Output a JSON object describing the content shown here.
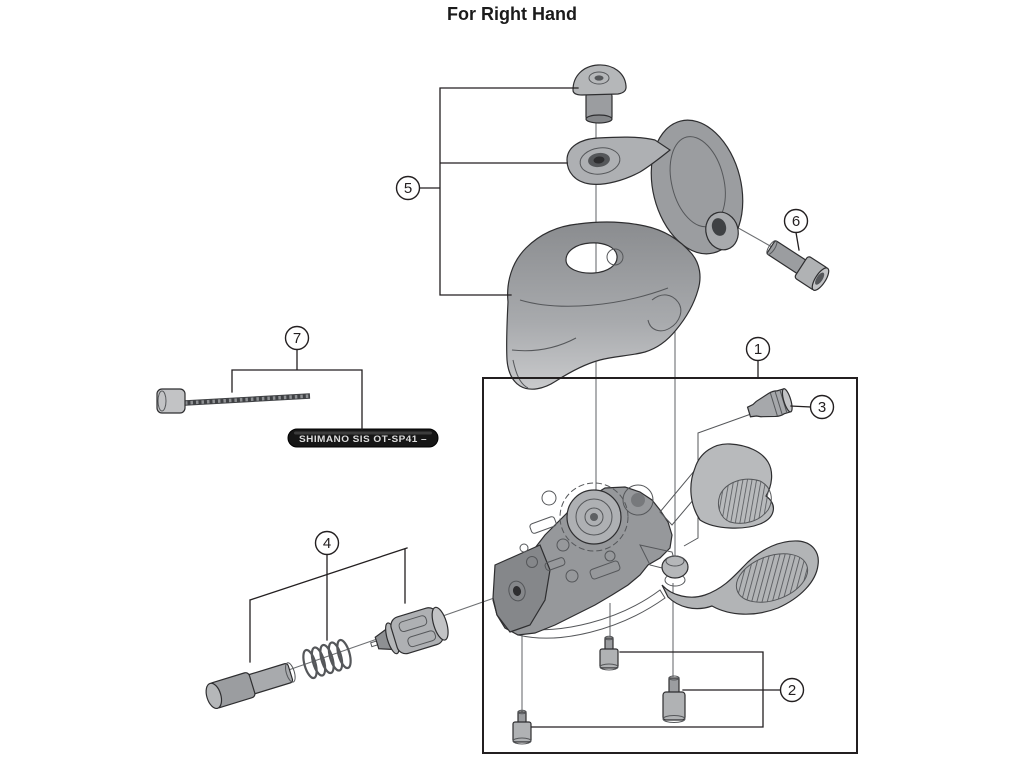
{
  "title": "For Right Hand",
  "diagram": {
    "callouts": [
      {
        "number": "1"
      },
      {
        "number": "2"
      },
      {
        "number": "3"
      },
      {
        "number": "4"
      },
      {
        "number": "5"
      },
      {
        "number": "6"
      },
      {
        "number": "7"
      }
    ],
    "cable_housing_label": "SHIMANO SIS OT-SP41 –",
    "colors": {
      "leader_line": "#231f20",
      "axis_line": "#6d6f72",
      "part_light": "#c5c6c8",
      "part_mid": "#a6a8ab",
      "part_dark": "#85878a",
      "housing_black": "#161616"
    }
  }
}
